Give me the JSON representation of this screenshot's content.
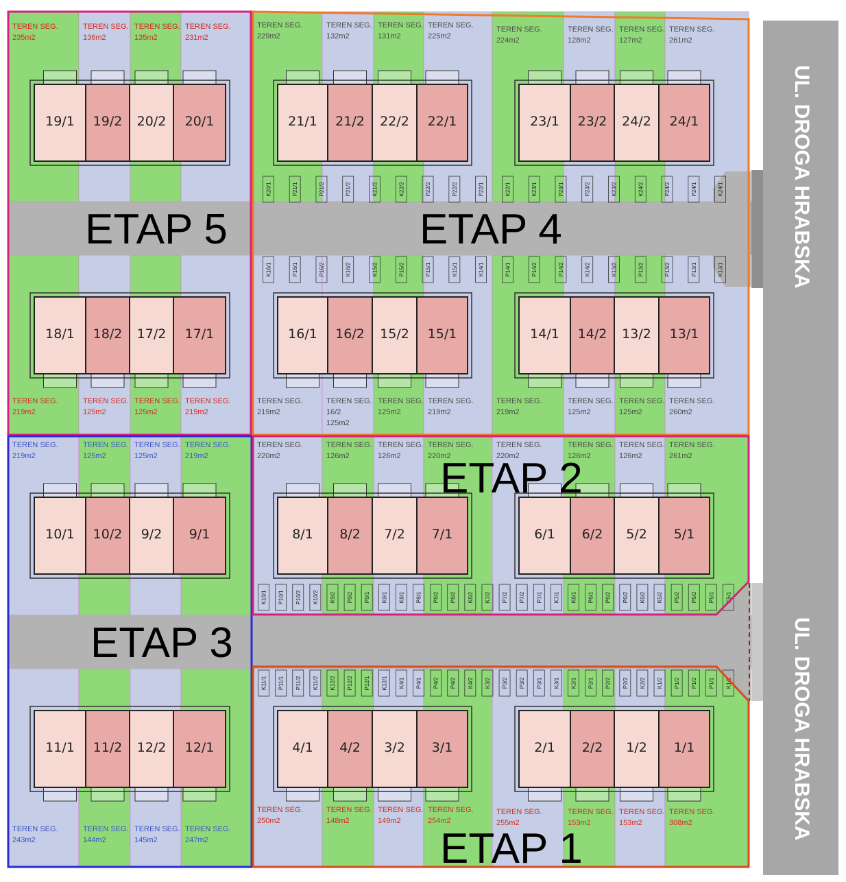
{
  "colors": {
    "green": "#8fd978",
    "lavender": "#c6cde6",
    "road": "#b3b3b3",
    "street": "#a7a7a7",
    "unit_light": "#f6d9d3",
    "unit_dark": "#e7aaa6",
    "text_red": "#d42a1f",
    "text_blue": "#3b52c4",
    "text_gray": "#4a4a4a",
    "etap_1": "#d94a1e",
    "etap_2": "#d6207f",
    "etap_3": "#2a2ad6",
    "etap_4": "#ee7a2a",
    "etap_5": "#d6207f"
  },
  "etaps": [
    {
      "label": "ETAP 5",
      "color": "#d6207f",
      "fill": "#d6207f"
    },
    {
      "label": "ETAP 4",
      "color": "#ee7a2a",
      "fill": "#ee7a2a"
    },
    {
      "label": "ETAP 3",
      "color": "#2a2ad6",
      "fill": "#2a2ad6"
    },
    {
      "label": "ETAP 2",
      "color": "#d6207f",
      "fill": "#d6207f"
    },
    {
      "label": "ETAP 1",
      "color": "#d94a1e",
      "fill": "#d94a1e"
    }
  ],
  "street_labels": [
    "UL. DROGA HRABSKA",
    "UL. DROGA HRABSKA"
  ],
  "parcel_title": "TEREN SEG.",
  "parcels": {
    "r1": [
      {
        "area": "235m2",
        "tc": "red",
        "bg": "green"
      },
      {
        "area": "136m2",
        "tc": "red",
        "bg": "lavender"
      },
      {
        "area": "135m2",
        "tc": "red",
        "bg": "green"
      },
      {
        "area": "231m2",
        "tc": "red",
        "bg": "lavender"
      },
      {
        "area": "229m2",
        "tc": "gray",
        "bg": "green"
      },
      {
        "area": "132m2",
        "tc": "gray",
        "bg": "lavender"
      },
      {
        "area": "131m2",
        "tc": "gray",
        "bg": "green"
      },
      {
        "area": "225m2",
        "tc": "gray",
        "bg": "lavender"
      },
      {
        "area": "224m2",
        "tc": "gray",
        "bg": "green"
      },
      {
        "area": "128m2",
        "tc": "gray",
        "bg": "lavender"
      },
      {
        "area": "127m2",
        "tc": "gray",
        "bg": "green"
      },
      {
        "area": "261m2",
        "tc": "gray",
        "bg": "lavender"
      }
    ],
    "r2": [
      {
        "area": "219m2",
        "tc": "red",
        "bg": "green"
      },
      {
        "area": "125m2",
        "tc": "red",
        "bg": "lavender"
      },
      {
        "area": "125m2",
        "tc": "red",
        "bg": "green"
      },
      {
        "area": "219m2",
        "tc": "red",
        "bg": "lavender"
      },
      {
        "area": "219m2",
        "tc": "gray",
        "bg": "lavender"
      },
      {
        "area": "125m2",
        "tc": "gray",
        "bg": "lavender",
        "extra": "16/2"
      },
      {
        "area": "125m2",
        "tc": "gray",
        "bg": "green"
      },
      {
        "area": "219m2",
        "tc": "gray",
        "bg": "lavender"
      },
      {
        "area": "219m2",
        "tc": "gray",
        "bg": "green"
      },
      {
        "area": "125m2",
        "tc": "gray",
        "bg": "lavender"
      },
      {
        "area": "125m2",
        "tc": "gray",
        "bg": "green"
      },
      {
        "area": "260m2",
        "tc": "gray",
        "bg": "lavender"
      }
    ],
    "r3": [
      {
        "area": "219m2",
        "tc": "blue",
        "bg": "lavender"
      },
      {
        "area": "125m2",
        "tc": "blue",
        "bg": "green"
      },
      {
        "area": "125m2",
        "tc": "blue",
        "bg": "lavender"
      },
      {
        "area": "219m2",
        "tc": "blue",
        "bg": "green"
      },
      {
        "area": "220m2",
        "tc": "gray",
        "bg": "lavender"
      },
      {
        "area": "126m2",
        "tc": "gray",
        "bg": "green"
      },
      {
        "area": "126m2",
        "tc": "gray",
        "bg": "lavender"
      },
      {
        "area": "220m2",
        "tc": "gray",
        "bg": "green"
      },
      {
        "area": "220m2",
        "tc": "gray",
        "bg": "lavender"
      },
      {
        "area": "126m2",
        "tc": "gray",
        "bg": "green"
      },
      {
        "area": "126m2",
        "tc": "gray",
        "bg": "lavender"
      },
      {
        "area": "261m2",
        "tc": "gray",
        "bg": "green"
      }
    ],
    "r4": [
      {
        "area": "243m2",
        "tc": "blue",
        "bg": "lavender"
      },
      {
        "area": "144m2",
        "tc": "blue",
        "bg": "green"
      },
      {
        "area": "145m2",
        "tc": "blue",
        "bg": "lavender"
      },
      {
        "area": "247m2",
        "tc": "blue",
        "bg": "green"
      },
      {
        "area": "250m2",
        "tc": "red",
        "bg": "lavender"
      },
      {
        "area": "148m2",
        "tc": "red",
        "bg": "green"
      },
      {
        "area": "149m2",
        "tc": "red",
        "bg": "lavender"
      },
      {
        "area": "254m2",
        "tc": "red",
        "bg": "green"
      },
      {
        "area": "255m2",
        "tc": "red",
        "bg": "lavender"
      },
      {
        "area": "153m2",
        "tc": "red",
        "bg": "green"
      },
      {
        "area": "153m2",
        "tc": "red",
        "bg": "lavender"
      },
      {
        "area": "308m2",
        "tc": "red",
        "bg": "green"
      }
    ]
  },
  "units": {
    "r1": [
      "19/1",
      "19/2",
      "20/2",
      "20/1",
      "21/1",
      "21/2",
      "22/2",
      "22/1",
      "23/1",
      "23/2",
      "24/2",
      "24/1"
    ],
    "r2": [
      "18/1",
      "18/2",
      "17/2",
      "17/1",
      "16/1",
      "16/2",
      "15/2",
      "15/1",
      "14/1",
      "14/2",
      "13/2",
      "13/1"
    ],
    "r3": [
      "10/1",
      "10/2",
      "9/2",
      "9/1",
      "8/1",
      "8/2",
      "7/2",
      "7/1",
      "6/1",
      "6/2",
      "5/2",
      "5/1"
    ],
    "r4": [
      "11/1",
      "11/2",
      "12/2",
      "12/1",
      "4/1",
      "4/2",
      "3/2",
      "3/1",
      "2/1",
      "2/2",
      "1/2",
      "1/1"
    ]
  },
  "parking": {
    "a": [
      "K20/1",
      "P21/1",
      "P21/2",
      "P21/2",
      "K21/2",
      "K22/2",
      "P22/2",
      "P22/2",
      "P22/1",
      "K22/1",
      "K23/1",
      "P23/1",
      "P23/2",
      "K23/2",
      "K24/2",
      "P24/2",
      "P24/1",
      "K24/1"
    ],
    "b": [
      "K16/1",
      "P16/1",
      "P16/2",
      "K16/2",
      "K15/2",
      "P15/2",
      "P15/1",
      "K15/1",
      "K14/1",
      "P14/1",
      "P14/2",
      "P14/2",
      "K14/2",
      "K13/2",
      "P13/2",
      "P13/2",
      "P13/1",
      "K13/1"
    ],
    "c": [
      "K10/1",
      "P10/1",
      "P10/2",
      "K10/2",
      "K9/2",
      "P9/2",
      "P9/1",
      "K9/1",
      "K8/1",
      "P8/1",
      "P8/2",
      "P8/2",
      "K8/2",
      "K7/2",
      "P7/2",
      "P7/2",
      "P7/1",
      "K7/1",
      "K6/1",
      "P6/1",
      "P6/2",
      "P6/2",
      "K6/2",
      "K5/2",
      "P5/2",
      "P5/2",
      "P5/1",
      "K5/1"
    ],
    "d": [
      "K11/1",
      "P11/1",
      "P11/2",
      "K11/2",
      "K12/2",
      "P12/2",
      "P12/1",
      "K12/1",
      "K4/1",
      "P4/1",
      "P4/2",
      "P4/2",
      "K4/2",
      "K3/2",
      "P3/2",
      "P3/2",
      "P3/1",
      "K3/1",
      "K2/1",
      "P2/1",
      "P2/2",
      "P2/2",
      "K2/2",
      "K1/2",
      "P1/2",
      "P1/2",
      "P1/1",
      "K1/1"
    ]
  }
}
